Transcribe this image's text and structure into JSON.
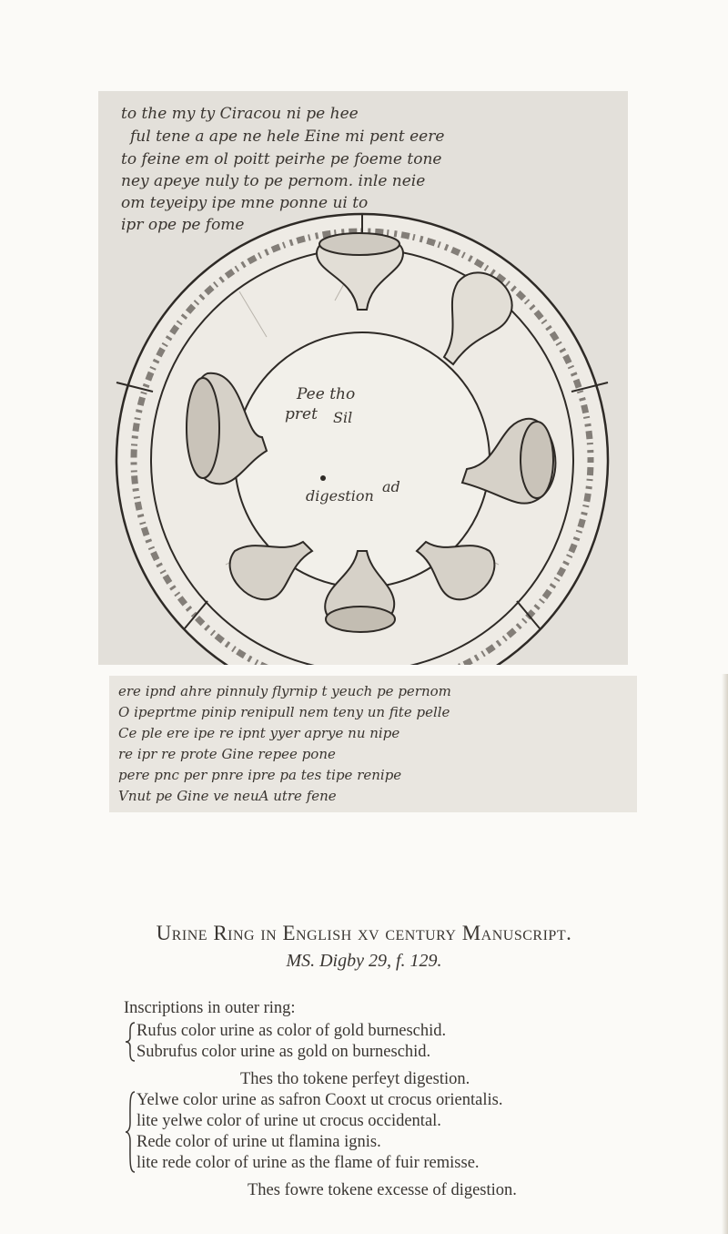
{
  "figure": {
    "manuscript_script_lines": [
      "to the my ty Ciracou ni pe hee",
      "ful tene a ape ne hele Eine mi pent eere",
      "to feine em ol poitt peirhe pe foeme tone",
      "ney apeye nuly to pe pernom. inle neie",
      "om teyeipy ipe mne ponne ui to",
      "ipr ope pe fome"
    ],
    "ring_center_labels": [
      "Pee tho",
      "pret",
      "Sil",
      "digestion",
      "ad"
    ],
    "bottom_script_lines": [
      "ere ipnd ahre pinnuly flyrnip t yeuch pe pernom",
      "O ipeprtme pinip renipull nem teny un fite pelle",
      "Ce ple ere ipe re ipnt yyer aprye nu nipe",
      "re ipr re prote Gine repee pone",
      "pere pnc per pnre ipre pa tes tipe renipe",
      "Vnut pe Gine ve neuA utre fene"
    ]
  },
  "caption": {
    "title": "Urine Ring in English xv century Manuscript.",
    "source": "MS. Digby 29, f. 129."
  },
  "inscriptions": {
    "heading": "Inscriptions in outer ring:",
    "group1": [
      "Rufus color urine as color of gold burneschid.",
      "Subrufus color urine as gold on burneschid."
    ],
    "group1_tail": "Thes tho tokene perfeyt digestion.",
    "group2": [
      "Yelwe color urine as safron Cooxt ut crocus orientalis.",
      "lite yelwe color of urine ut crocus occidental.",
      "Rede color of urine ut flamina ignis.",
      "lite rede color of urine as the flame of fuir remisse."
    ],
    "group2_tail": "Thes fowre tokene excesse of digestion."
  }
}
